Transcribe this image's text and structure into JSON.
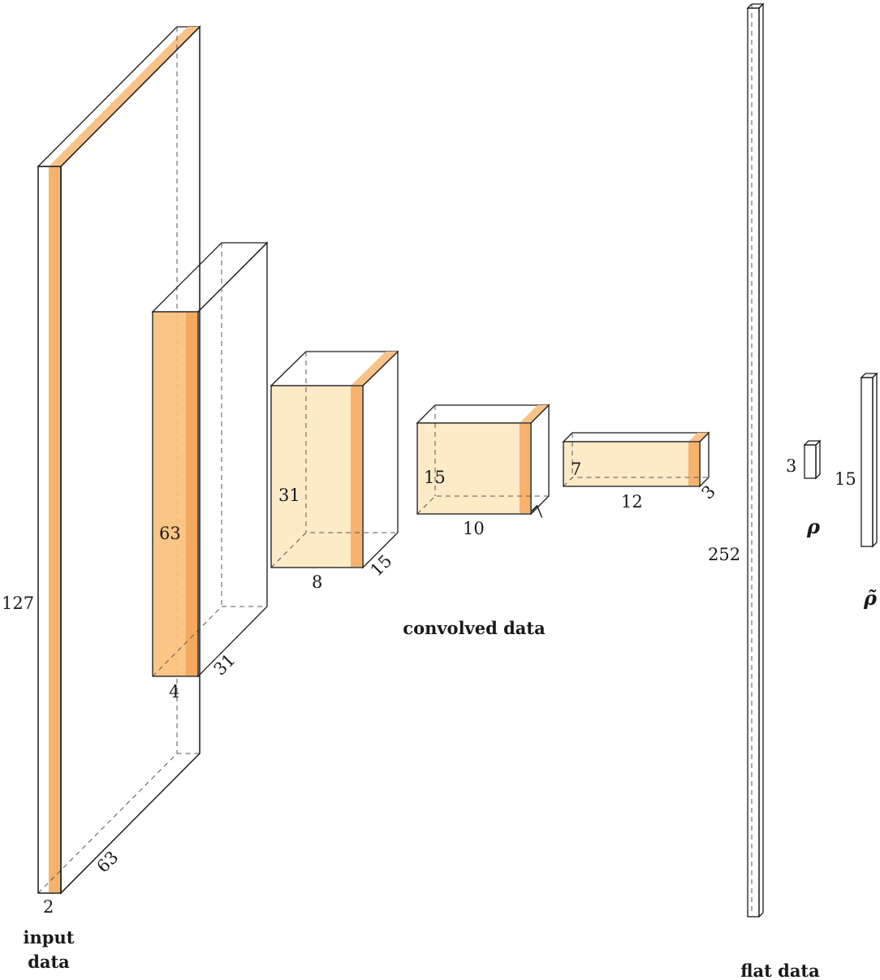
{
  "colors": {
    "tensor_front": "#fde9c4",
    "tensor_side": "#f9c287",
    "tensor_band": "#f7b26d",
    "tensor_top": "#fddcaa",
    "dense_front": "#b467c0",
    "dense_side": "#8e4a9a",
    "dense_top": "#cf95d7",
    "outline": "#1a1a1a"
  },
  "labels": {
    "input_caption_line1": "input",
    "input_caption_line2": "data",
    "convolved_caption": "convolved data",
    "flat_caption": "flat data",
    "rho": "ρ",
    "rho_tilde": "ρ̃"
  },
  "layers": [
    {
      "id": "input",
      "kind": "tensor",
      "height": "127",
      "width": "2",
      "depth": "63"
    },
    {
      "id": "conv1",
      "kind": "tensor",
      "height": "63",
      "width": "4",
      "depth": "31"
    },
    {
      "id": "conv2",
      "kind": "tensor",
      "height": "31",
      "width": "8",
      "depth": "15"
    },
    {
      "id": "conv3",
      "kind": "tensor",
      "height": "15",
      "width": "10",
      "depth": "7"
    },
    {
      "id": "conv4",
      "kind": "tensor",
      "height": "7",
      "width": "12",
      "depth": "3"
    },
    {
      "id": "flat",
      "kind": "dense",
      "size": "252"
    },
    {
      "id": "rho",
      "kind": "dense",
      "size": "3"
    },
    {
      "id": "rho_tilde",
      "kind": "dense",
      "size": "15"
    }
  ]
}
